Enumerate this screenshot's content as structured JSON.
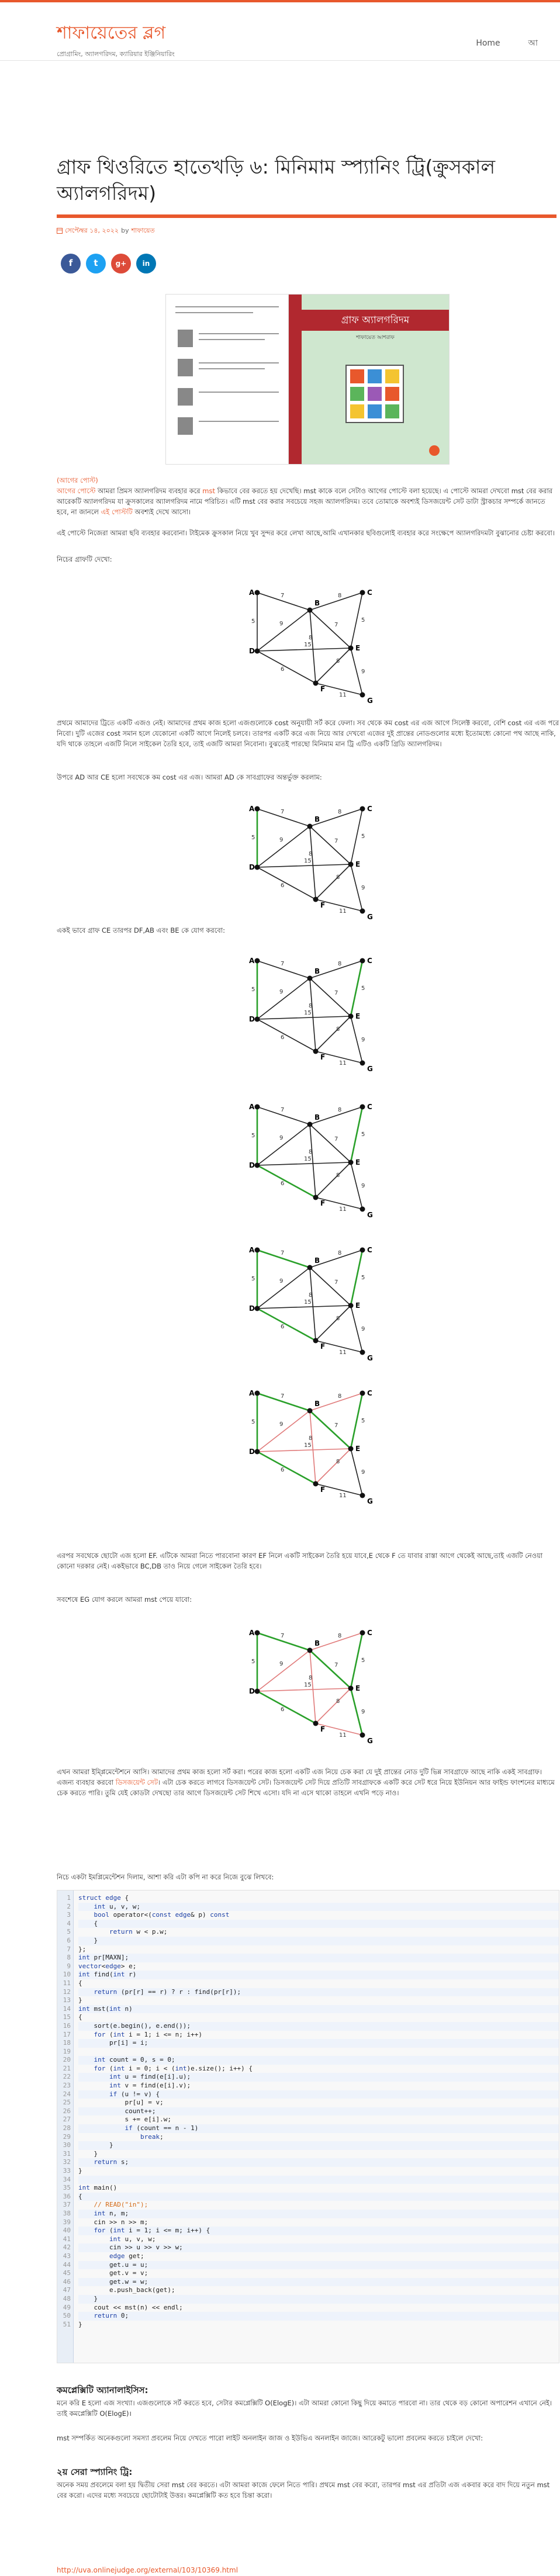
{
  "site": {
    "title": "শাফায়েতের ব্লগ",
    "description": "প্রোগ্রামিং, অ্যালগরিদম, ক্যারিয়ার ইঞ্জিনিয়ারিং",
    "nav": [
      "Home",
      "আ"
    ]
  },
  "post": {
    "title": "গ্রাফ থিওরিতে হাতেখড়ি ৬: মিনিমাম স্প্যানিং ট্রি(ক্রুসকাল অ্যালগরিদম)",
    "date": "সেপ্টেম্বর ১৪, ২০২২",
    "by": "by",
    "author": "শাফায়েত"
  },
  "share": {
    "facebook": "f",
    "twitter": "t",
    "google": "g+",
    "linkedin": "in"
  },
  "book": {
    "title": "গ্রাফ অ্যালগরিদম",
    "author": "শাফায়েত আশরাফ"
  },
  "text": {
    "p1_link": "(আগের পোস্ট)",
    "p2a": "আগের পোস্টে",
    "p2b": " আমরা প্রিমস অ্যালগরিদম ব্যবহার করে ",
    "p2c": "mst",
    "p2d": " কিভাবে বের করতে হয় দেখেছি। mst কাকে বলে সেটাও আগের পোস্টে বলা হয়েছে। এ পোস্টে আমরা দেখবো mst বের করার আরেকটি অ্যালগরিদম যা ক্রুসকালের অ্যালগরিদম নামে পরিচিত। এটি mst বের করার সবচেয়ে সহজ অ্যালগরিদম। তবে তোমাকে অবশ্যই ডিসজয়েন্ট সেট ডাটা স্ট্রাকচার সম্পর্কে জানতে হবে, না জানলে ",
    "p2e": "এই পোস্টটি",
    "p2f": " অবশ্যই দেখে আসো।",
    "p3": "এই পোস্টে নিজেরা আমরা ছবি ব্যবহার করবোনা। টাইমেক ক্রুসকাল নিয়ে খুব সুন্দর করে লেখা আছে,আমি এখানকার ছবিগুলোই ব্যবহার করে সংক্ষেপে অ্যালগরিদমটা বুঝানোর চেষ্টা করবো।",
    "p4": "নিচের গ্রাফটি দেখো:",
    "p5": "প্রথমে আমাদের ট্রিতে একটি এজও নেই। আমাদের প্রথম কাজ হলো এজগুলোকে cost অনুযায়ী সর্ট করে ফেলা। সব থেকে কম cost এর এজ আগে সিলেক্ট করবো, বেশি cost এর এজ পরে নিবো। দুটি এজের cost সমান হলে যেকোনো একটি আগে নিলেই চলবে। তারপর একটি করে এজ নিয়ে আর দেখবো এজের দুই প্রান্তের নোডগুলোর মধ্যে ইতোমধ্যে কোনো পথ আছে নাকি, যদি থাকে তাহলে এজটি নিলে সাইকেল তৈরি হবে, তাই এজটি আমরা নিবোনা। বুঝতেই পারছো মিনিমাম মান ট্রি এটিও একটি গ্রিডি অ্যালগরিদম।",
    "p6": "উপরে AD আর CE হলো সবথেকে কম cost এর এজ। আমরা AD কে সাবগ্রাফের অন্তর্ভুক্ত করলাম:",
    "p7": "একই ভাবে গ্রাফ CE তারপর DF,AB এবং BE কে যোগ করবো:",
    "p8": "এরপর সবথেকে ছোটো এজ হলো EF. এটিকে আমরা নিতে পারবোনা কারণ EF নিলে একটি সাইকেল তৈরি হয়ে যাবে,E থেকে F তে যাবার রাস্তা আগে থেকেই আছে,তাই এজটি নেওয়া কোনো দরকার নেই। একইভাবে BC,DB তাও নিয়ে গেলে সাইকেল তৈরি হবে।",
    "p9": "সবশেষে EG যোগ করলে আমরা mst পেয়ে যাবো:",
    "p10": "এখন আমরা ইম্প্লিমেন্টেশনে আসি। আমাদের প্রথম কাজ হলো সর্ট করা। পরের কাজ হলো একটি এজ নিয়ে চেক করা যে দুই প্রান্তের নোড দুটি ভিন্ন সাবগ্রাফে আছে নাকি একই সাবগ্রাফ। এজন্য ব্যবহার করবো ",
    "p10b": "ডিসজয়েন্ট সেট",
    "p10c": "। এটা চেক করতে লাগবে ডিসজয়েন্ট সেট। ডিসজয়েন্ট সেট দিয়ে প্রতিটি সাবগ্রাফকে একটি করে সেট ধরে নিয়ে ইউনিয়ন আর ফাইন্ড ফাংশনের মাধ্যমে চেক করতে পারি। তুমি যেই কোডটা দেখছো তার আগে ডিসজয়েন্ট সেট শিখে এসো। যদি না এসে থাকো তাহলে এখনি পড়ে নাও।",
    "p11": "নিচে একটা ইমপ্লিমেন্টেশন দিলাম, আশা করি এটা কপি না করে নিজে বুঝে লিখবে:",
    "h_complexity": "কমপ্লেক্সিটি অ্যানালাইসিস:",
    "p12": "মনে করি E হলো এজ সংখ্যা। এজগুলোকে সর্ট করতে হবে, সেটার কমপ্লেক্সিটি O(ElogE)। এটা আমরা কোনো কিছু দিয়ে কমাতে পারবো না। তার থেকে বড় কোনো অপারেশন এখানে নেই। তাই কমপ্লেক্সিটি O(ElogE)।",
    "p13": "mst সম্পর্কিত অনেকগুলো সমস্যা প্রবলেম নিয়ে দেখতে পারো লাইট অনলাইন জাজ ও ইউভিএ অনলাইন জাজে। আরেকটু ভালো প্রবলেম করতে চাইলে দেখো:",
    "h_second": "২য় সেরা স্প্যানিং ট্রি:",
    "p14": "অনেক সময় প্রবলেমে বলা হয় দ্বিতীয় সেরা mst বের করতে। এটা আমরা কাজে ফেলে নিতে পারি। প্রথমে mst বের করো, তারপর mst এর প্রতিটা এজ একবার করে বাদ দিয়ে নতুন mst বের করো। এদের মধ্যে সবচেয়ে ছোটোটাই উত্তর। কমপ্লেক্সিটি কত হবে চিন্তা করো।",
    "footlink": "http://uva.onlinejudge.org/external/103/10369.html"
  },
  "code": {
    "lines": [
      "struct edge {",
      "    int u, v, w;",
      "    bool operator<(const edge& p) const",
      "    {",
      "        return w < p.w;",
      "    }",
      "};",
      "int pr[MAXN];",
      "vector<edge> e;",
      "int find(int r)",
      "{",
      "    return (pr[r] == r) ? r : find(pr[r]);",
      "}",
      "int mst(int n)",
      "{",
      "    sort(e.begin(), e.end());",
      "    for (int i = 1; i <= n; i++)",
      "        pr[i] = i;",
      "",
      "    int count = 0, s = 0;",
      "    for (int i = 0; i < (int)e.size(); i++) {",
      "        int u = find(e[i].u);",
      "        int v = find(e[i].v);",
      "        if (u != v) {",
      "            pr[u] = v;",
      "            count++;",
      "            s += e[i].w;",
      "            if (count == n - 1)",
      "                break;",
      "        }",
      "    }",
      "    return s;",
      "}",
      "",
      "int main()",
      "{",
      "    // READ(\"in\");",
      "    int n, m;",
      "    cin >> n >> m;",
      "    for (int i = 1; i <= m; i++) {",
      "        int u, v, w;",
      "        cin >> u >> v >> w;",
      "        edge get;",
      "        get.u = u;",
      "        get.v = v;",
      "        get.w = w;",
      "        e.push_back(get);",
      "    }",
      "    cout << mst(n) << endl;",
      "    return 0;",
      "}"
    ]
  },
  "graph": {
    "nodes": [
      "A",
      "B",
      "C",
      "D",
      "E",
      "F",
      "G"
    ],
    "weights": [
      "7",
      "8",
      "5",
      "9",
      "7",
      "5",
      "15",
      "6",
      "8",
      "9",
      "11"
    ],
    "edge_colors": {
      "default": "#222222",
      "chosen": "#2aa02a",
      "rejected": "#e07a7a"
    }
  }
}
